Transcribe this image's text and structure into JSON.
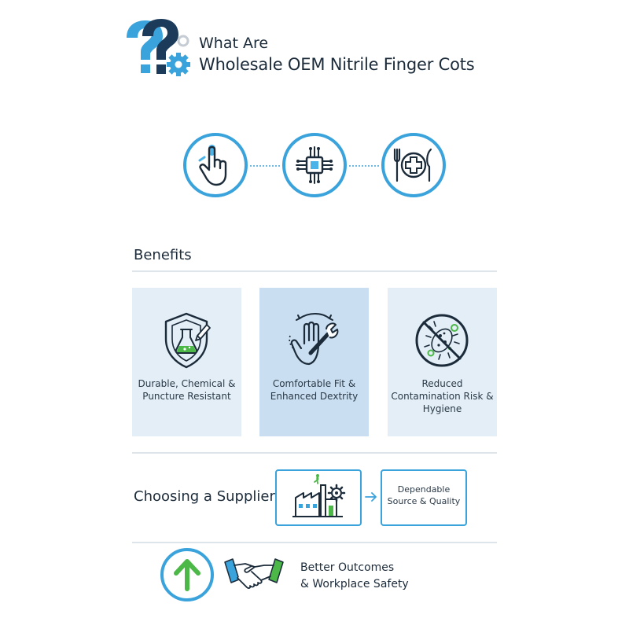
{
  "header": {
    "title_line1": "What Are",
    "title_line2": "Wholesale OEM Nitrile Finger Cots",
    "logo_icon": "question-gear-icon"
  },
  "use_cases": [
    {
      "icon": "finger-cot-hand-icon"
    },
    {
      "icon": "microchip-icon"
    },
    {
      "icon": "food-medical-icon"
    }
  ],
  "benefits": {
    "heading": "Benefits",
    "cards": [
      {
        "label": "Durable, Chemical & Puncture Resistant",
        "icon": "shield-flask-icon"
      },
      {
        "label": "Comfortable Fit & Enhanced Dextrity",
        "icon": "hand-wrench-icon"
      },
      {
        "label": "Reduced Contamination Risk & Hygiene",
        "icon": "no-germs-icon"
      }
    ]
  },
  "supplier": {
    "heading": "Choosing a Supplier",
    "factory_icon": "factory-gear-icon",
    "quality_label": "Dependable Source & Quality"
  },
  "outcome": {
    "line1": "Better Outcomes",
    "line2": "& Workplace Safety",
    "icon": "arrow-up-icon",
    "handshake_icon": "handshake-icon"
  },
  "colors": {
    "accent_blue": "#3aa3dc",
    "dark_navy": "#1c2b3a",
    "green": "#4cb848",
    "card_bg": "#e3eef7",
    "card_highlight_bg": "#c9def0"
  }
}
